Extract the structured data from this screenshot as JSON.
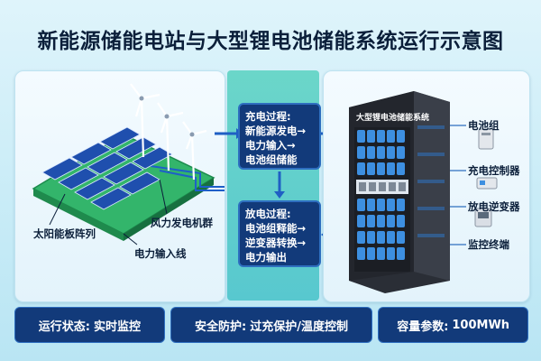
{
  "title": "新能源储能电站与大型锂电池储能系统运行示意图",
  "left_labels": {
    "solar": "太阳能板阵列",
    "wind": "风力发电机群",
    "line": "电力输入线"
  },
  "charge": {
    "head": "充电过程:",
    "steps": [
      "新能源发电→",
      "电力输入→",
      "电池组储能"
    ]
  },
  "discharge": {
    "head": "放电过程:",
    "steps": [
      "电池组释能→",
      "逆变器转换→",
      "电力输出"
    ]
  },
  "cabinet": {
    "nameplate": "大型锂电池储能系统",
    "labels": [
      "电池组",
      "充电控制器",
      "放电逆变器",
      "监控终端"
    ]
  },
  "status": {
    "run_label": "运行状态:",
    "run_value": "实时监控",
    "safety_label": "安全防护:",
    "safety_value": "过充保护/温度控制",
    "capacity_label": "容量参数:",
    "capacity_value": "100MWh"
  },
  "colors": {
    "navy": "#123a7a",
    "cyan_band": "#5fd0cc",
    "grass": "#2fb36a",
    "solar_blue": "#1e56b8"
  }
}
